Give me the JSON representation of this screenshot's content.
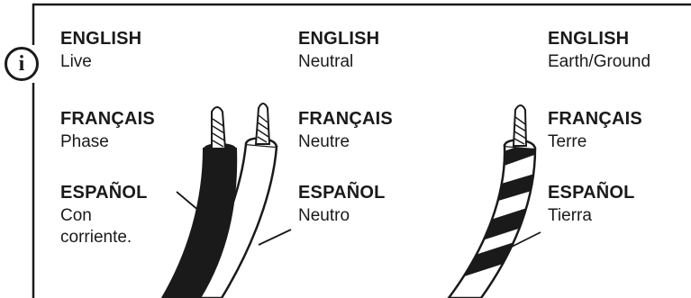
{
  "info_icon": "info-icon",
  "colors": {
    "ink": "#1a1a1a",
    "background": "#ffffff"
  },
  "wires": {
    "live": {
      "english_heading": "ENGLISH",
      "english_term": "Live",
      "french_heading": "FRANÇAIS",
      "french_term": "Phase",
      "spanish_heading": "ESPAÑOL",
      "spanish_term_line1": "Con",
      "spanish_term_line2": "corriente."
    },
    "neutral": {
      "english_heading": "ENGLISH",
      "english_term": "Neutral",
      "french_heading": "FRANÇAIS",
      "french_term": "Neutre",
      "spanish_heading": "ESPAÑOL",
      "spanish_term": "Neutro"
    },
    "earth": {
      "english_heading": "ENGLISH",
      "english_term": "Earth/Ground",
      "french_heading": "FRANÇAIS",
      "french_term": "Terre",
      "spanish_heading": "ESPAÑOL",
      "spanish_term": "Tierra"
    }
  }
}
